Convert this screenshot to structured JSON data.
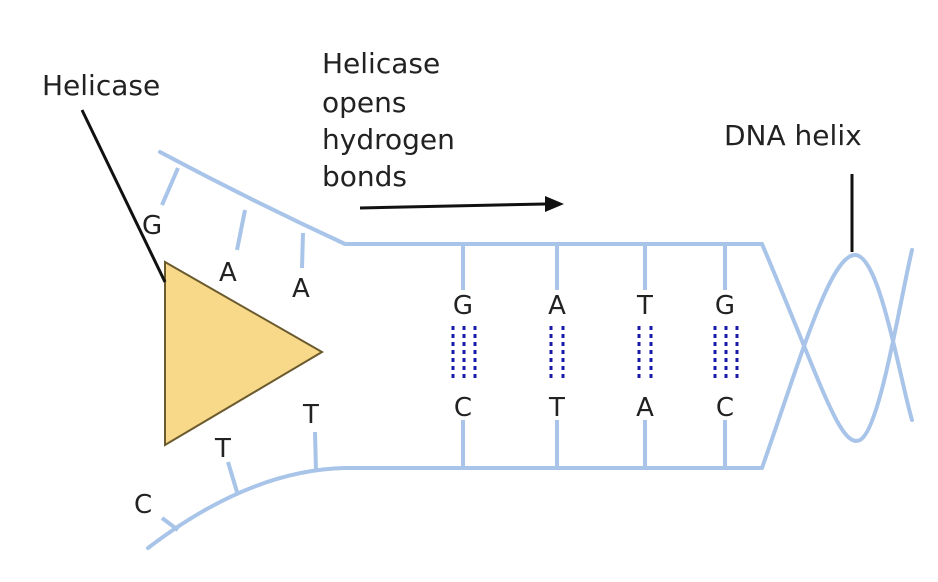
{
  "labels": {
    "helicase": "Helicase",
    "process": [
      "Helicase",
      "opens",
      "hydrogen",
      "bonds"
    ],
    "dna_helix": "DNA helix"
  },
  "unzipped_bases": {
    "top": [
      "G",
      "A",
      "A"
    ],
    "bottom": [
      "C",
      "T",
      "T"
    ]
  },
  "base_pairs": [
    {
      "top": "G",
      "bottom": "C",
      "hydrogen_bonds": 3
    },
    {
      "top": "A",
      "bottom": "T",
      "hydrogen_bonds": 2
    },
    {
      "top": "T",
      "bottom": "A",
      "hydrogen_bonds": 2
    },
    {
      "top": "G",
      "bottom": "C",
      "hydrogen_bonds": 3
    }
  ],
  "colors": {
    "strand": "#a8c4e8",
    "helicase_fill": "#f8d98a",
    "hydrogen_bond": "#1a1aa8",
    "text": "#222222"
  }
}
